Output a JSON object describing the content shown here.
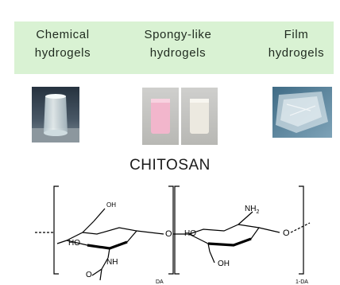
{
  "header": {
    "col1": [
      "Chemical",
      "hydrogels"
    ],
    "col2": [
      "Spongy-like",
      "hydrogels"
    ],
    "col3": [
      "Film",
      "hydrogels"
    ],
    "bg_color": "#d9f2d3"
  },
  "structure": {
    "title": "CHITOSAN",
    "left_unit": {
      "top_label": "OH",
      "left_label": "HO",
      "nh_label": "NH",
      "bottom_label": "O",
      "sub_label": "DA"
    },
    "bridge_label": "O",
    "right_unit": {
      "ring_label": "HO",
      "amine_label": "NH",
      "amine_sub": "2",
      "bottom_label": "OH",
      "end_label": "O",
      "sub_label": "1-DA"
    }
  }
}
